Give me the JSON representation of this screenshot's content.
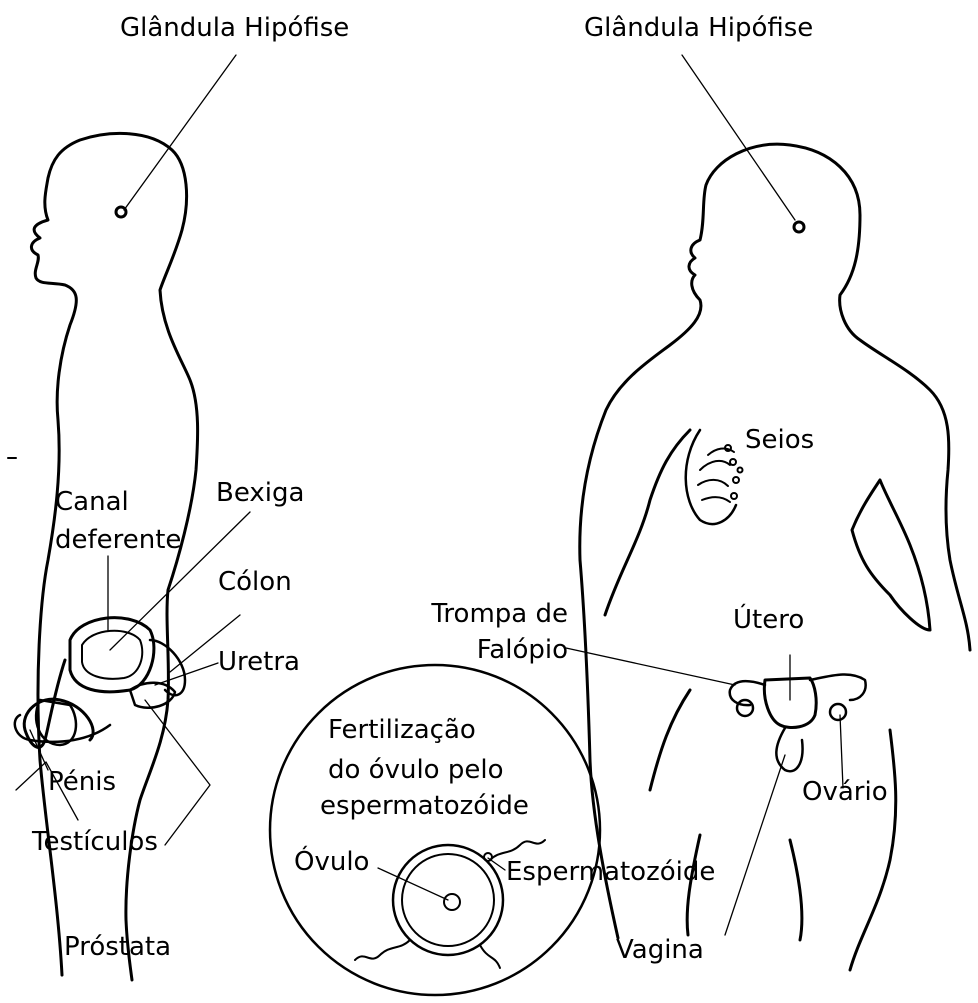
{
  "labels": {
    "male_hypophysis": "Glândula Hipófise",
    "female_hypophysis": "Glândula Hipófise",
    "canal_line1": "Canal",
    "canal_line2": "deferente",
    "bladder": "Bexiga",
    "colon": "Cólon",
    "urethra": "Uretra",
    "penis": "Pénis",
    "testicles": "Testículos",
    "prostate": "Próstata",
    "breasts": "Seios",
    "tube_line1": "Trompa de",
    "tube_line2": "Falópio",
    "uterus": "Útero",
    "ovary": "Ovário",
    "vagina": "Vagina",
    "fert_line1": "Fertilização",
    "fert_line2": "do óvulo pelo",
    "fert_line3": "espermatozóide",
    "ovum": "Óvulo",
    "sperm": "Espermatozóide"
  },
  "colors": {
    "line": "#000000",
    "background": "#ffffff"
  }
}
